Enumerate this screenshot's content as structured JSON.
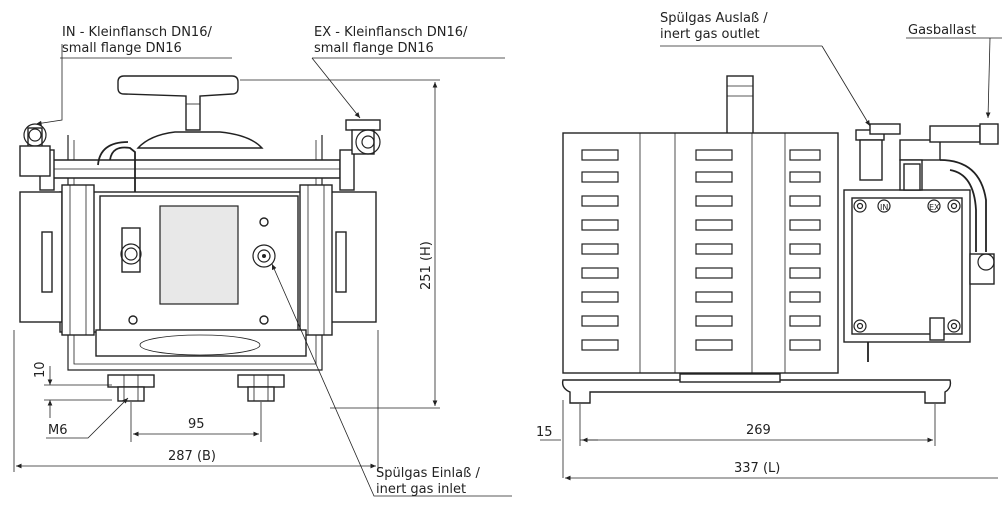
{
  "front_view": {
    "label_in_line1": "IN - Kleinflansch DN16/",
    "label_in_line2": "small flange DN16",
    "label_ex_line1": "EX - Kleinflansch DN16/",
    "label_ex_line2": "small flange DN16",
    "label_purge_in_line1": "Spülgas Einlaß /",
    "label_purge_in_line2": "inert gas inlet",
    "dim_height": "251 (H)",
    "dim_foot": "10",
    "dim_thread": "M6",
    "dim_feet_spacing": "95",
    "dim_width": "287 (B)"
  },
  "side_view": {
    "label_purge_out_line1": "Spülgas Auslaß /",
    "label_purge_out_line2": "inert gas outlet",
    "label_gas_ballast": "Gasballast",
    "dim_offset": "15",
    "dim_inner_length": "269",
    "dim_length": "337 (L)",
    "panel_marks": [
      "IN",
      "EX"
    ]
  }
}
